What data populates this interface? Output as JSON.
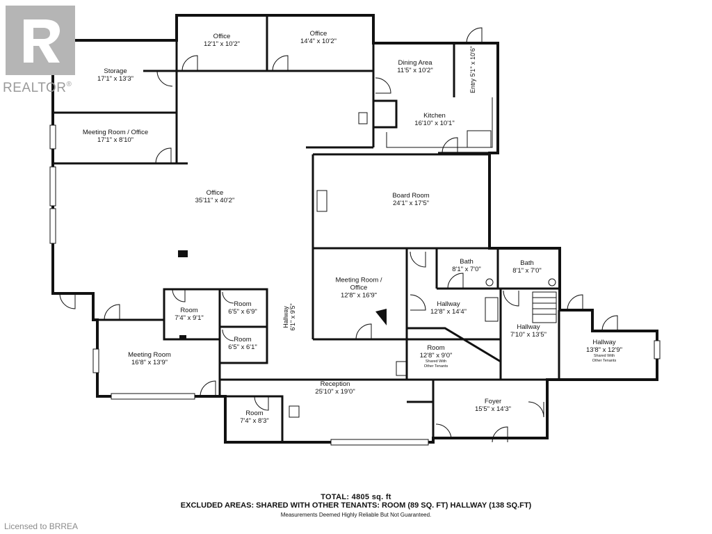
{
  "watermark": {
    "brand": "REALTOR",
    "trademark": "®"
  },
  "rooms": {
    "office1": {
      "name": "Office",
      "dim": "12'1\" x 10'2\""
    },
    "office2": {
      "name": "Office",
      "dim": "14'4\" x 10'2\""
    },
    "storage": {
      "name": "Storage",
      "dim": "17'1\" x 13'3\""
    },
    "dining": {
      "name": "Dining Area",
      "dim": "11'5\" x 10'2\""
    },
    "entry": {
      "name": "Entry",
      "dim": "5'1\" x 10'6\""
    },
    "kitchen": {
      "name": "Kitchen",
      "dim": "16'10\" x 10'1\""
    },
    "meeting_office": {
      "name": "Meeting Room / Office",
      "dim": "17'1\" x 8'10\""
    },
    "office_main": {
      "name": "Office",
      "dim": "35'11\" x 40'2\""
    },
    "board": {
      "name": "Board Room",
      "dim": "24'1\" x 17'5\""
    },
    "bath1": {
      "name": "Bath",
      "dim": "8'1\" x 7'0\""
    },
    "bath2": {
      "name": "Bath",
      "dim": "8'1\" x 7'0\""
    },
    "meeting_office2": {
      "name": "Meeting Room /",
      "name2": "Office",
      "dim": "12'8\" x 16'9\""
    },
    "hallway_v": {
      "name": "Hallway",
      "dim": "6'1\" x 9'5\""
    },
    "hallway1": {
      "name": "Hallway",
      "dim": "12'8\" x 14'4\""
    },
    "hallway2": {
      "name": "Hallway",
      "dim": "7'10\" x 13'5\""
    },
    "hallway3": {
      "name": "Hallway",
      "dim": "13'8\" x 12'9\"",
      "note1": "Shared With",
      "note2": "Other Tenants"
    },
    "room1": {
      "name": "Room",
      "dim": "7'4\" x 9'1\""
    },
    "room2": {
      "name": "Room",
      "dim": "6'5\" x 6'9\""
    },
    "room3": {
      "name": "Room",
      "dim": "6'5\" x 6'1\""
    },
    "room4": {
      "name": "Room",
      "dim": "12'8\" x 9'0\"",
      "note1": "Shared With",
      "note2": "Other Tenants"
    },
    "meeting": {
      "name": "Meeting Room",
      "dim": "16'8\" x 13'9\""
    },
    "reception": {
      "name": "Reception",
      "dim": "25'10\" x 19'0\""
    },
    "foyer": {
      "name": "Foyer",
      "dim": "15'5\" x 14'3\""
    },
    "room5": {
      "name": "Room",
      "dim": "7'4\" x 8'3\""
    }
  },
  "summary": {
    "total": "TOTAL: 4805 sq. ft",
    "excluded": "EXCLUDED AREAS: SHARED WITH OTHER TENANTS: ROOM (89 SQ. FT) HALLWAY (138 SQ.FT)",
    "disclaimer": "Measurements Deemed Highly Reliable But Not Guaranteed."
  },
  "license": "Licensed to BRREA"
}
